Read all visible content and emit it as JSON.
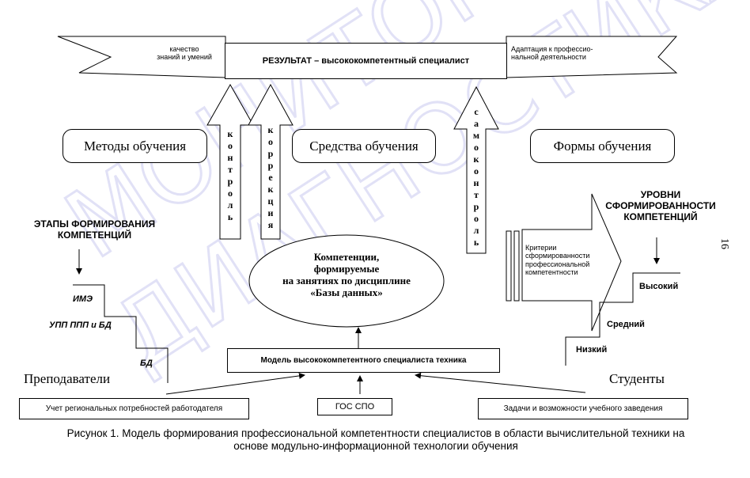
{
  "banner": {
    "left_text": "качество\nзнаний и умений",
    "center_text": "РЕЗУЛЬТАТ – высококомпетентный специалист",
    "right_text": "Адаптация к профессио-\nнальной деятельности"
  },
  "arrows": {
    "control": "контроль",
    "correction": "коррекция",
    "self_control": "самоконтроль"
  },
  "methods_box": "Методы обучения",
  "means_box": "Средства обучения",
  "forms_box": "Формы обучения",
  "stages": {
    "title": "ЭТАПЫ ФОРМИРОВАНИЯ\nКОМПЕТЕНЦИЙ",
    "steps": [
      "ИМЭ",
      "УПП ППП и БД",
      "БД"
    ]
  },
  "competencies_ellipse": "Компетенции,\nформируемые\nна занятиях по дисциплине\n«Базы данных»",
  "criteria_text": "Критерии\nсформированности\nпрофессиональной\nкомпетентности",
  "levels": {
    "title": "УРОВНИ\nСФОРМИРОВАННОСТИ\nКОМПЕТЕНЦИЙ",
    "items": [
      "Высокий",
      "Средний",
      "Низкий"
    ]
  },
  "model_box": "Модель высококомпетентного специалиста техника",
  "teachers_label": "Преподаватели",
  "students_label": "Студенты",
  "bottom_boxes": {
    "left": "Учет региональных потребностей работодателя",
    "center": "ГОС СПО",
    "right": "Задачи и возможности учебного заведения"
  },
  "page_number": "16",
  "caption": "Рисунок 1. Модель формирования профессиональной компетентности специалистов в области вычислительной техники на\nоснове модульно-информационной технологии обучения",
  "watermark": "МОНИТОРИНГ\nДИАГНОСТИКА"
}
